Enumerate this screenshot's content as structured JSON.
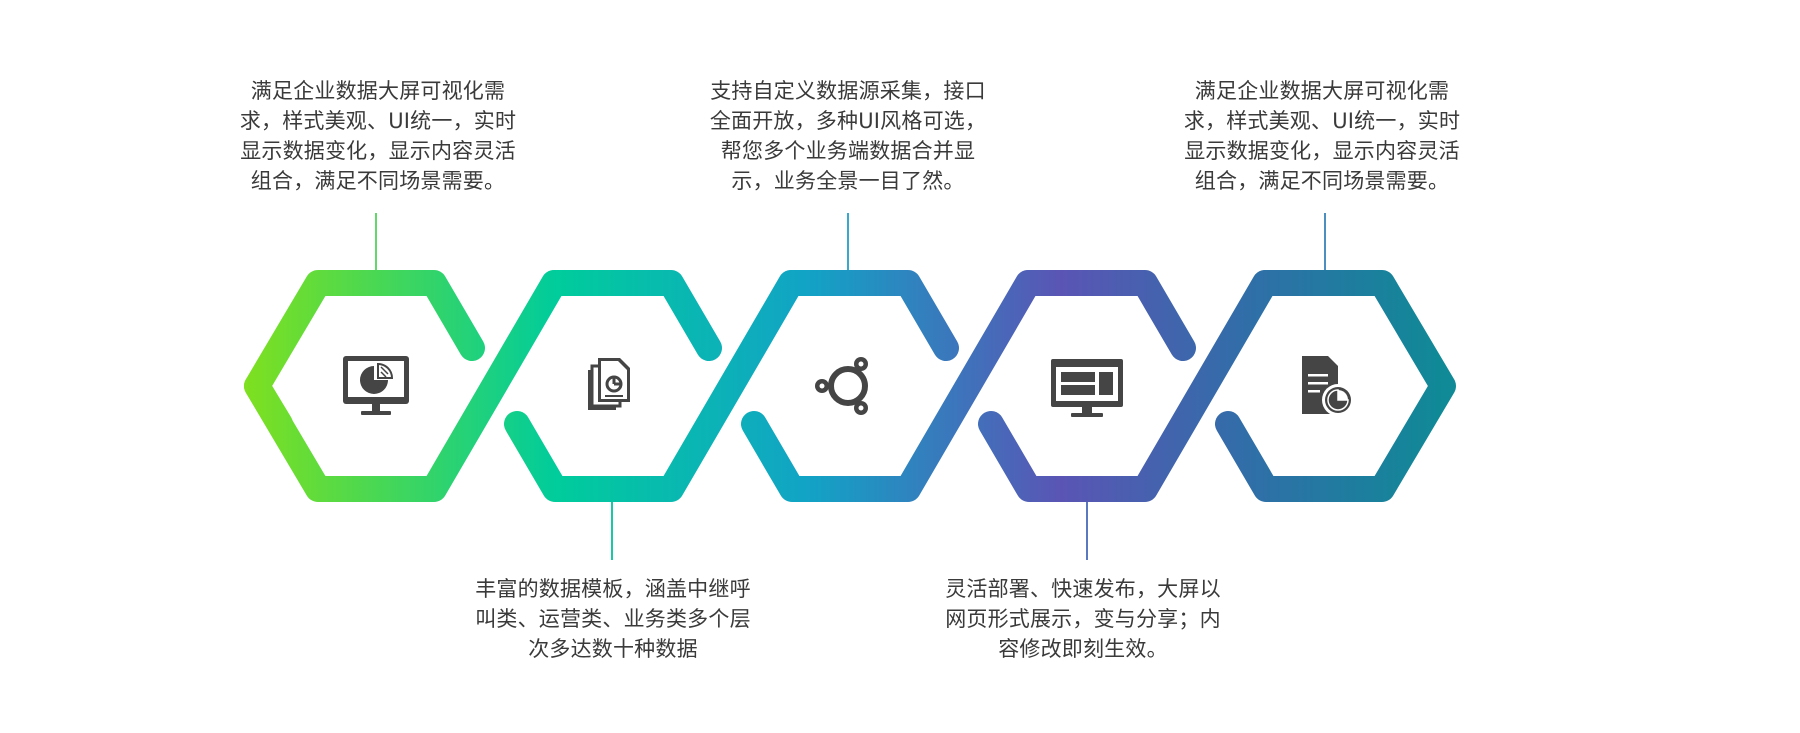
{
  "steps": [
    {
      "text": "满足企业数据大屏可视化需求，样式美观、UI统一，实时显示数据变化，显示内容灵活组合，满足不同场景需要。",
      "icon": "monitor-pie-chart-icon"
    },
    {
      "text": "丰富的数据模板，涵盖中继呼叫类、运营类、业务类多个层次多达数十种数据",
      "icon": "stacked-documents-chart-icon"
    },
    {
      "text": "支持自定义数据源采集，接口全面开放，多种UI风格可选，帮您多个业务端数据合并显示，业务全景一目了然。",
      "icon": "network-nodes-icon"
    },
    {
      "text": "灵活部署、快速发布，大屏以网页形式展示，变与分享；内容修改即刻生效。",
      "icon": "web-page-screen-icon"
    },
    {
      "text": "满足企业数据大屏可视化需求，样式美观、UI统一，实时显示数据变化，显示内容灵活组合，满足不同场景需要。",
      "icon": "document-pie-chart-icon"
    }
  ],
  "colors": {
    "green": "#7ee01f",
    "teal": "#00cc9c",
    "cyan": "#12a3c6",
    "purple": "#5a55b4",
    "deep_teal": "#0f8a96",
    "icon": "#454545",
    "text": "#3a3a3a"
  }
}
